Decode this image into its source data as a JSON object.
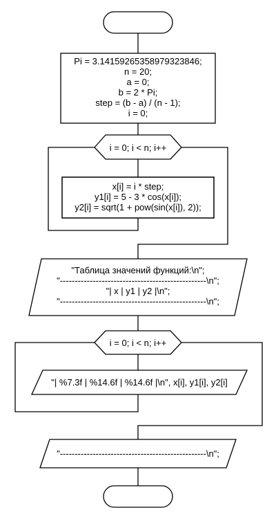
{
  "flowchart": {
    "start_label": "",
    "end_label": "",
    "init_block": {
      "lines": [
        "Pi = 3.14159265358979323846;",
        "n = 20;",
        "a = 0;",
        "b = 2 * Pi;",
        "step = (b - a) / (n - 1);",
        "i = 0;"
      ]
    },
    "loop1": {
      "label": "i = 0; i < n; i++"
    },
    "compute_block": {
      "lines": [
        "x[i] = i * step;",
        "y1[i] = 5 - 3 * cos(x[i]);",
        "y2[i] = sqrt(1 + pow(sin(x[i]), 2));"
      ]
    },
    "header_output": {
      "lines": [
        "\"Таблица значений функций:\\n\";",
        "\"-------------------------------------------------\\n\";",
        "\"|    x     |          y1          |          y2      |\\n\";",
        "\"-------------------------------------------------\\n\";"
      ]
    },
    "loop2": {
      "label": "i = 0; i < n; i++"
    },
    "row_output": {
      "label": "\"| %7.3f | %14.6f | %14.6f |\\n\", x[i], y1[i], y2[i]"
    },
    "footer_output": {
      "label": "\"-------------------------------------------------\\n\";"
    }
  }
}
